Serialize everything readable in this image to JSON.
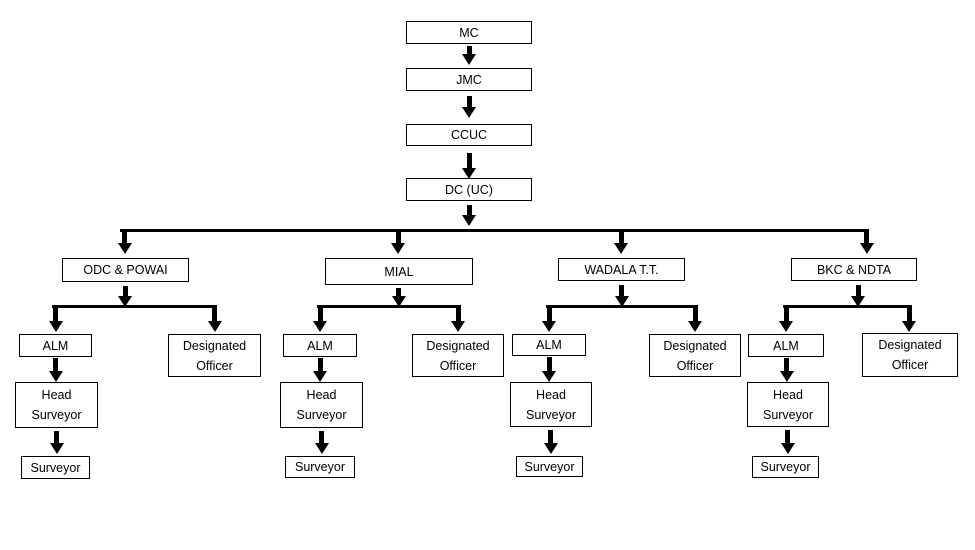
{
  "diagram": {
    "type": "org-chart-flowchart",
    "colors": {
      "ink": "#000000",
      "paper": "#ffffff"
    },
    "chain": [
      {
        "label": "MC"
      },
      {
        "label": "JMC"
      },
      {
        "label": "CCUC"
      },
      {
        "label": "DC (UC)"
      }
    ],
    "branches": [
      {
        "label": "ODC & POWAI",
        "alm": "ALM",
        "designated_officer": "Designated Officer",
        "head_surveyor": "Head Surveyor",
        "surveyor": "Surveyor"
      },
      {
        "label": "MIAL",
        "alm": "ALM",
        "designated_officer": "Designated Officer",
        "head_surveyor": "Head Surveyor",
        "surveyor": "Surveyor"
      },
      {
        "label": "WADALA T.T.",
        "alm": "ALM",
        "designated_officer": "Designated Officer",
        "head_surveyor": "Head Surveyor",
        "surveyor": "Surveyor"
      },
      {
        "label": "BKC & NDTA",
        "alm": "ALM",
        "designated_officer": "Designated Officer",
        "head_surveyor": "Head Surveyor",
        "surveyor": "Surveyor"
      }
    ]
  }
}
